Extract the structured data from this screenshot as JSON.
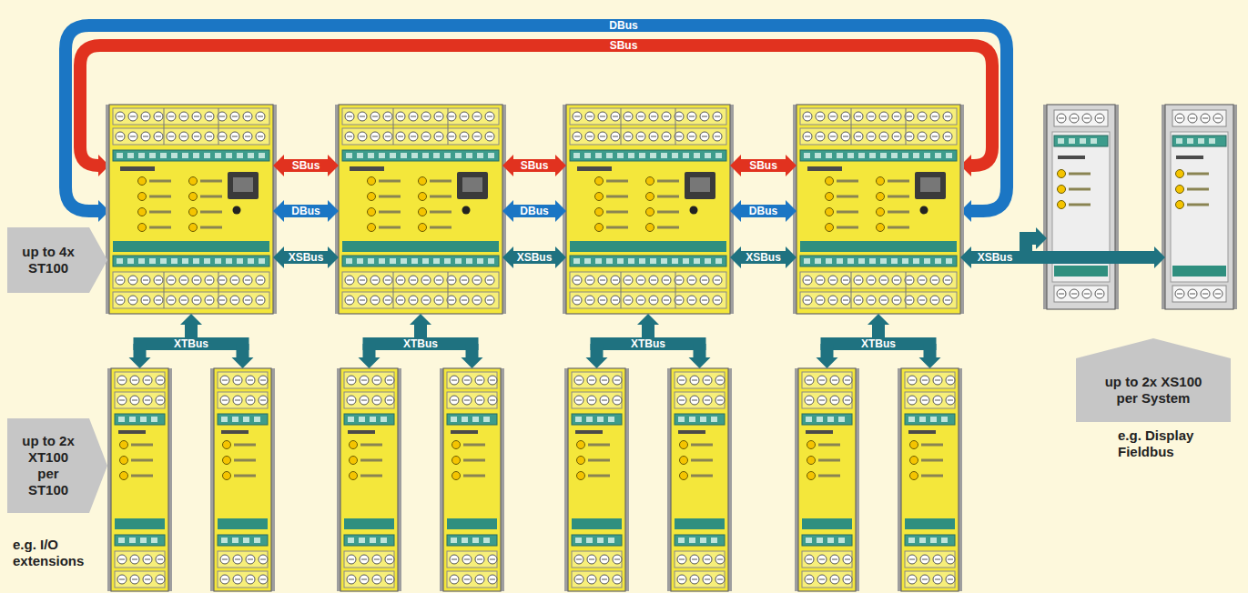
{
  "diagram": {
    "nodes": [
      {
        "text": [
          "up to 4x ST100"
        ]
      },
      {
        "text": [
          "up to 2x XT100 per ST100"
        ]
      },
      {
        "text": [
          "up to 2x XS100 per System"
        ]
      }
    ],
    "labels": [
      "DBus",
      "SBus",
      "SBus",
      "SBus",
      "SBus",
      "DBus",
      "DBus",
      "DBus",
      "XSBus",
      "XSBus",
      "XSBus",
      "XSBus",
      "XTBus",
      "XTBus",
      "XTBus",
      "XTBus",
      "e.g. I/O extensions",
      "e.g. Display Fieldbus"
    ]
  }
}
